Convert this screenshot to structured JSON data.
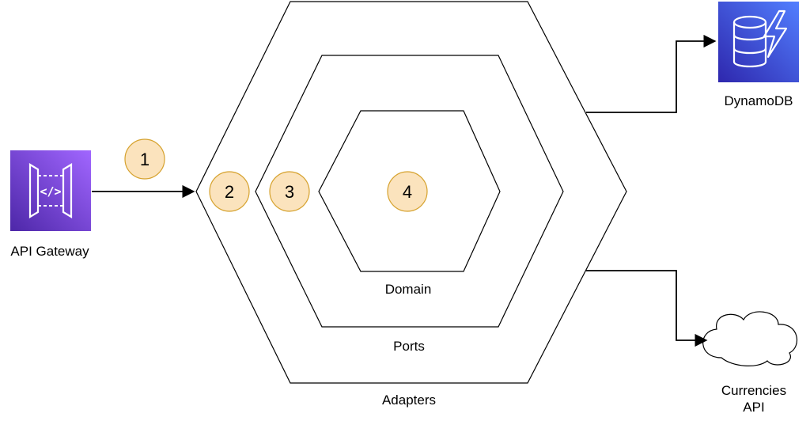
{
  "layers": {
    "adapters_label": "Adapters",
    "ports_label": "Ports",
    "domain_label": "Domain"
  },
  "nodes": {
    "api_gateway": {
      "label": "API Gateway",
      "color": "#6a3fd6"
    },
    "dynamodb": {
      "label": "DynamoDB",
      "color": "#3b48cc"
    },
    "currencies_api": {
      "label_line1": "Currencies",
      "label_line2": "API"
    }
  },
  "steps": [
    "1",
    "2",
    "3",
    "4"
  ],
  "colors": {
    "step_fill": "#fbe3bd",
    "step_stroke": "#d6a22e",
    "line": "#000000"
  }
}
